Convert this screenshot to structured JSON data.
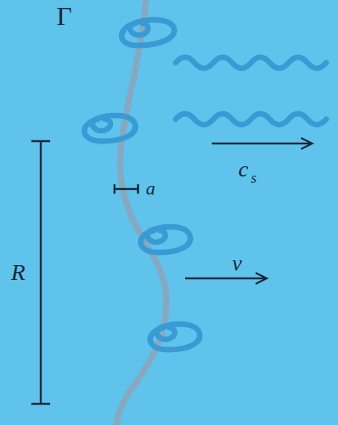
{
  "diagram": {
    "labels": [
      "Γ",
      "a",
      "R",
      "v",
      "c",
      "s"
    ]
  }
}
